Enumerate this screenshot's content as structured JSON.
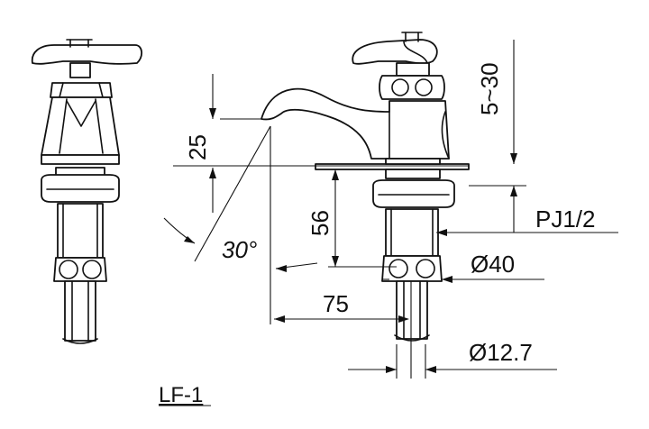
{
  "model_label": "LF-1",
  "dimensions": {
    "adjust_range": "5~30",
    "spout_height": "25",
    "mount_height": "56",
    "thread": "PJ1/2",
    "base_diameter": "Ø40",
    "reach": "75",
    "pipe_diameter": "Ø12.7",
    "spout_angle": "30°"
  },
  "colors": {
    "line": "#111111",
    "background": "#ffffff"
  }
}
